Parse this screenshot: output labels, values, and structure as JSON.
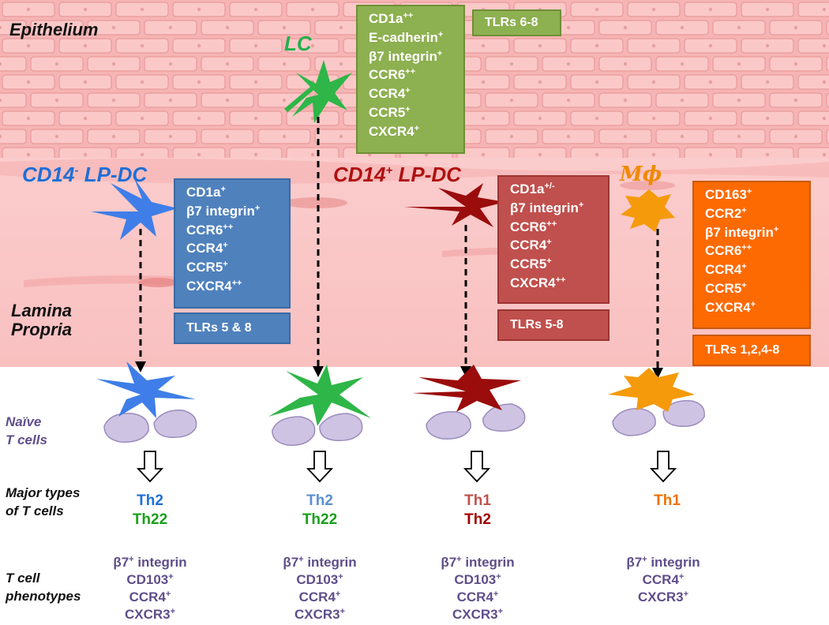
{
  "regions": {
    "epithelium": "Epithelium",
    "lamina_propria": [
      "Lamina",
      "Propria"
    ]
  },
  "row_labels": {
    "naive": [
      "Naïve",
      "T cells"
    ],
    "major_types": [
      "Major types",
      "of T cells"
    ],
    "phenotypes": [
      "T cell",
      "phenotypes"
    ]
  },
  "cells": [
    {
      "id": "cd14neg",
      "name": "CD14",
      "name_sup": "-",
      "name_rest": " LP-DC",
      "color": "#1f6fd6",
      "markers": [
        [
          "CD1a",
          "+"
        ],
        [
          "β7 integrin",
          "+"
        ],
        [
          "CCR6",
          "++"
        ],
        [
          "CCR4",
          "+"
        ],
        [
          "CCR5",
          "+"
        ],
        [
          "CXCR4",
          "++"
        ]
      ],
      "tlrs": "TLRs 5 & 8",
      "box_bg": "#4f81bd",
      "box_border": "#3a6aa5",
      "th_types": [
        {
          "label": "Th2",
          "color": "#1f6fd6"
        },
        {
          "label": "Th22",
          "color": "#1aa01a"
        }
      ],
      "phenotypes": [
        [
          "β7",
          "+",
          " integrin"
        ],
        [
          "CD103",
          "+",
          ""
        ],
        [
          "CCR4",
          "+",
          ""
        ],
        [
          "CXCR3",
          "+",
          ""
        ]
      ]
    },
    {
      "id": "lc",
      "name": "LC",
      "name_sup": "",
      "name_rest": "",
      "color": "#22b14c",
      "markers": [
        [
          "CD1a",
          "++"
        ],
        [
          "E-cadherin",
          "+"
        ],
        [
          "β7 integrin",
          "+"
        ],
        [
          "CCR6",
          "++"
        ],
        [
          "CCR4",
          "+"
        ],
        [
          "CCR5",
          "+"
        ],
        [
          "CXCR4",
          "+"
        ]
      ],
      "tlrs": "TLRs 6-8",
      "box_bg": "#8db050",
      "box_border": "#6f8f35",
      "th_types": [
        {
          "label": "Th2",
          "color": "#5b8fd0"
        },
        {
          "label": "Th22",
          "color": "#1aa01a"
        }
      ],
      "phenotypes": [
        [
          "β7",
          "+",
          " integrin"
        ],
        [
          "CD103",
          "+",
          ""
        ],
        [
          "CCR4",
          "+",
          ""
        ],
        [
          "CXCR3",
          "+",
          ""
        ]
      ]
    },
    {
      "id": "cd14pos",
      "name": "CD14",
      "name_sup": "+",
      "name_rest": " LP-DC",
      "color": "#b01010",
      "markers": [
        [
          "CD1a",
          "+/-"
        ],
        [
          "β7 integrin",
          "+"
        ],
        [
          "CCR6",
          "++"
        ],
        [
          "CCR4",
          "+"
        ],
        [
          "CCR5",
          "+"
        ],
        [
          "CXCR4",
          "++"
        ]
      ],
      "tlrs": "TLRs 5-8",
      "box_bg": "#c0504d",
      "box_border": "#9c3532",
      "th_types": [
        {
          "label": "Th1",
          "color": "#c0504d"
        },
        {
          "label": "Th2",
          "color": "#a00000"
        }
      ],
      "phenotypes": [
        [
          "β7",
          "+",
          " integrin"
        ],
        [
          "CD103",
          "+",
          ""
        ],
        [
          "CCR4",
          "+",
          ""
        ],
        [
          "CXCR3",
          "+",
          ""
        ]
      ]
    },
    {
      "id": "macrophage",
      "name": "Mϕ",
      "name_sup": "",
      "name_rest": "",
      "color": "#f08a00",
      "markers": [
        [
          "CD163",
          "+"
        ],
        [
          "CCR2",
          "+"
        ],
        [
          "β7 integrin",
          "+"
        ],
        [
          "CCR6",
          "++"
        ],
        [
          "CCR4",
          "+"
        ],
        [
          "CCR5",
          "+"
        ],
        [
          "CXCR4",
          "+"
        ]
      ],
      "tlrs": "TLRs 1,2,4-8",
      "box_bg": "#fd6a02",
      "box_border": "#c55a11",
      "th_types": [
        {
          "label": "Th1",
          "color": "#f07000"
        }
      ],
      "phenotypes": [
        [
          "β7",
          "+",
          " integrin"
        ],
        [
          "CCR4",
          "+",
          ""
        ],
        [
          "CXCR3",
          "+",
          ""
        ]
      ]
    }
  ]
}
